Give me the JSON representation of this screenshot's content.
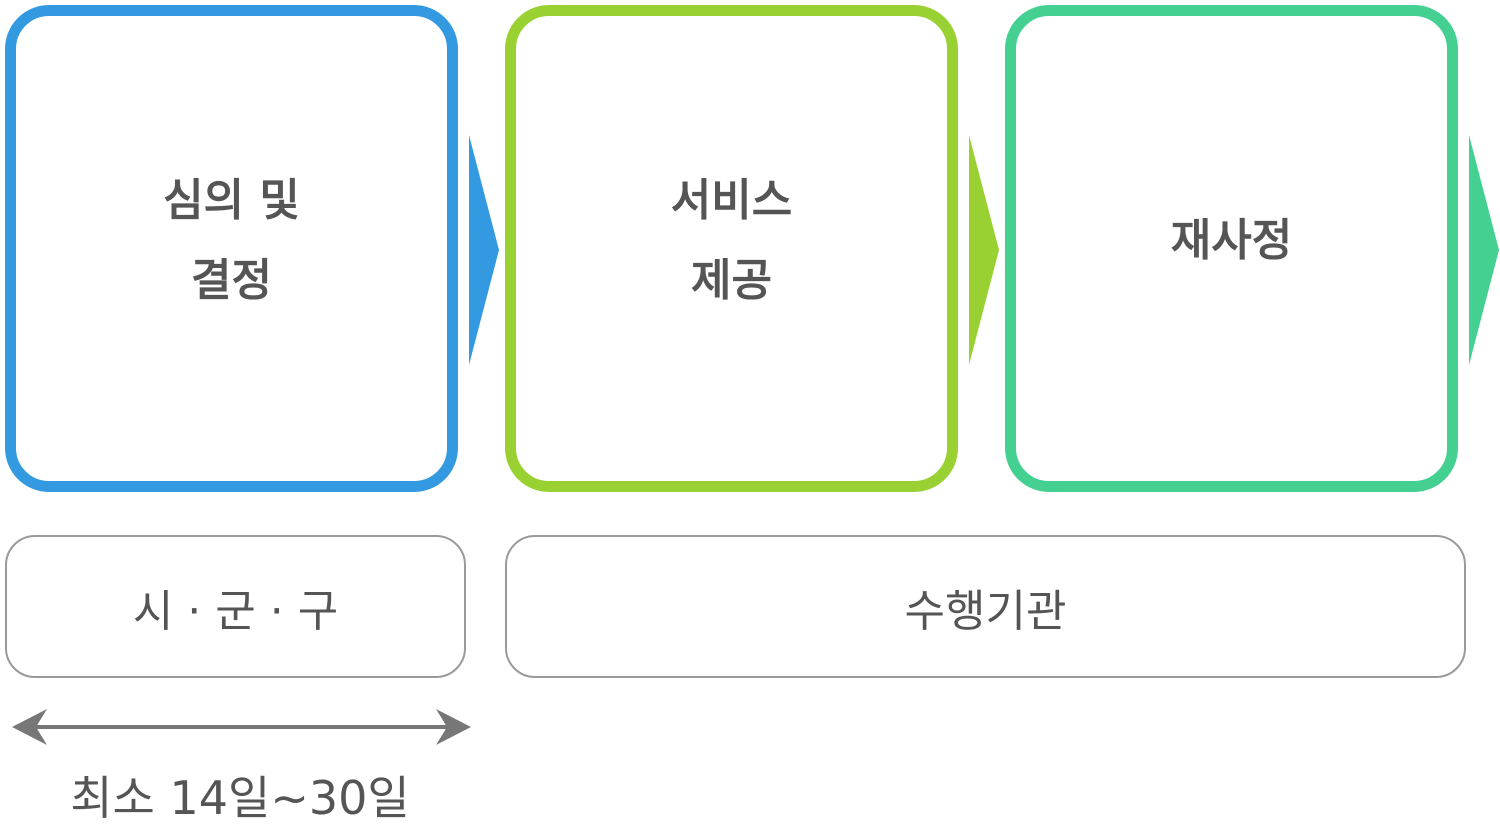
{
  "colors": {
    "step1": "#3399e0",
    "step2": "#99d133",
    "step3": "#44d091",
    "agency_border": "#9a9a9a",
    "text": "#555555",
    "duration_arrow": "#777777"
  },
  "steps": [
    {
      "line1": "심의 및",
      "line2": "결정"
    },
    {
      "line1": "서비스",
      "line2": "제공"
    },
    {
      "line1": "재사정",
      "line2": ""
    }
  ],
  "agencies": {
    "local_government": "시 · 군 · 구",
    "provider": "수행기관"
  },
  "duration": {
    "label": "최소 14일~30일"
  }
}
